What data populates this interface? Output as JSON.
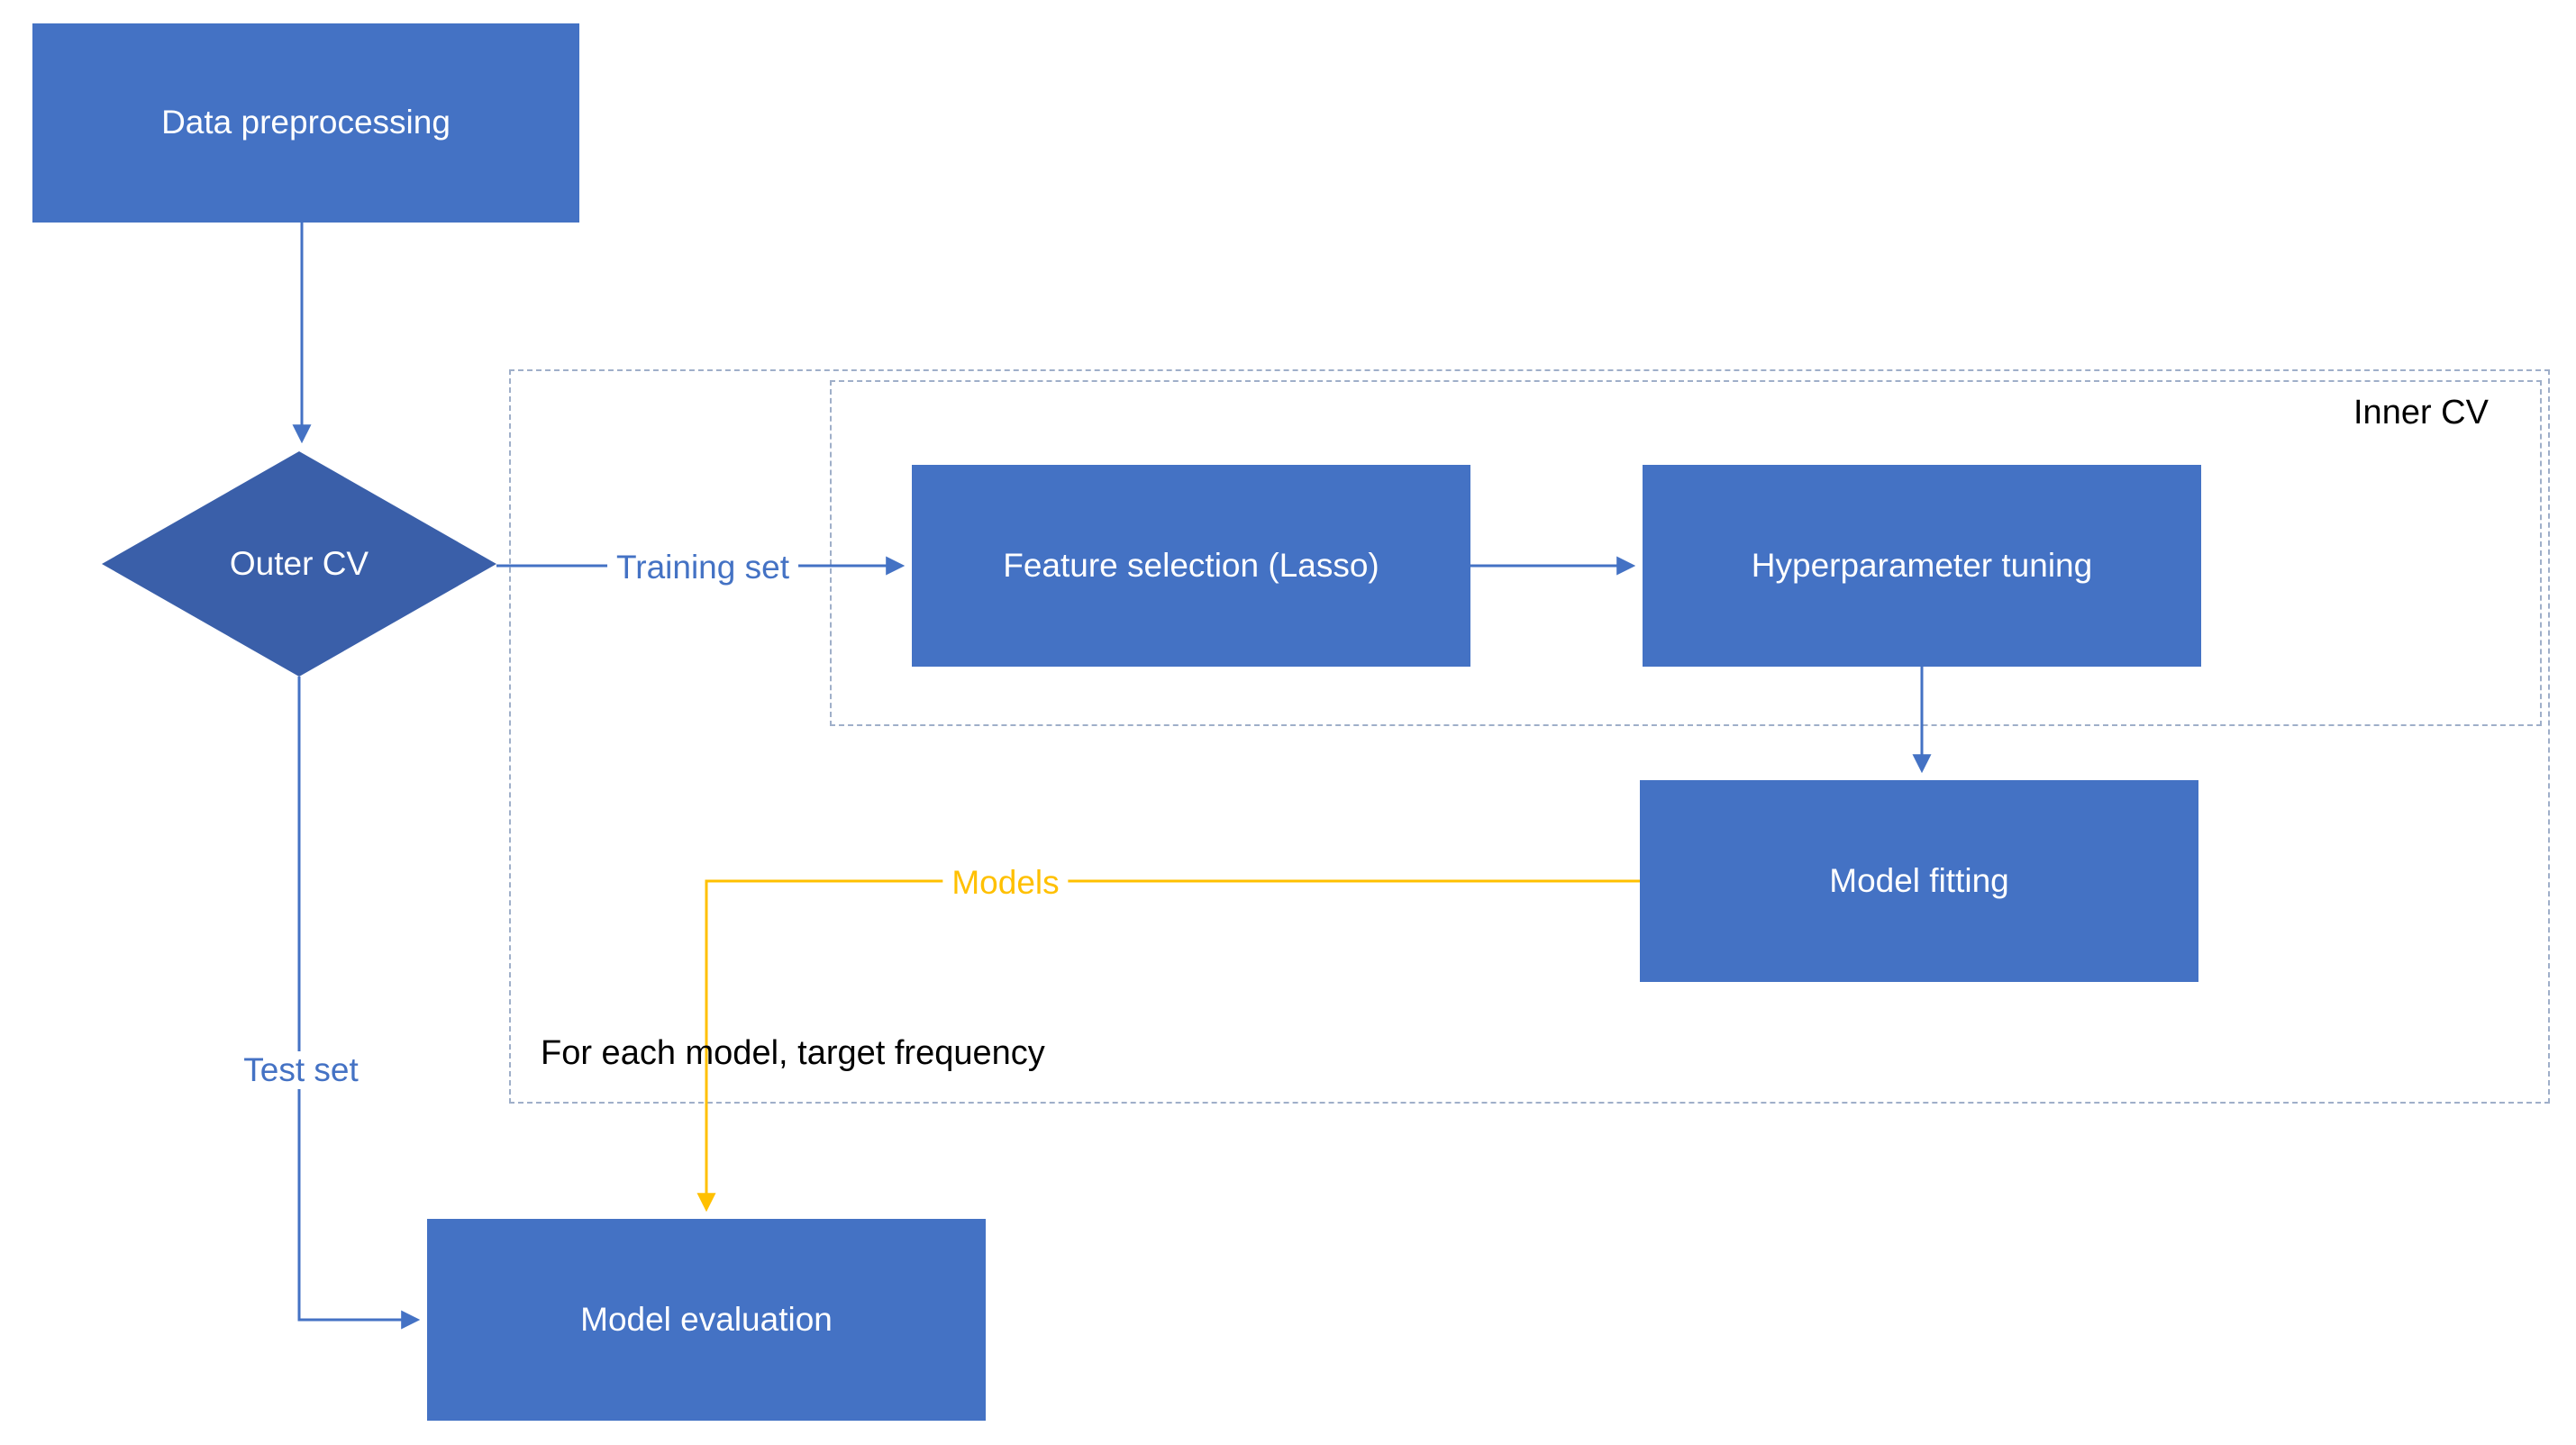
{
  "diagram": {
    "type": "flowchart",
    "nodes": {
      "data_preprocessing": {
        "label": "Data preprocessing",
        "shape": "rectangle"
      },
      "outer_cv": {
        "label": "Outer CV",
        "shape": "diamond"
      },
      "feature_selection": {
        "label": "Feature selection (Lasso)",
        "shape": "rectangle"
      },
      "hyperparameter_tuning": {
        "label": "Hyperparameter tuning",
        "shape": "rectangle"
      },
      "model_fitting": {
        "label": "Model fitting",
        "shape": "rectangle"
      },
      "model_evaluation": {
        "label": "Model evaluation",
        "shape": "rectangle"
      }
    },
    "edge_labels": {
      "training_set": "Training set",
      "test_set": "Test set",
      "models": "Models"
    },
    "regions": {
      "inner_cv_label": "Inner CV",
      "outer_loop_note": "For each model, target frequency"
    },
    "edges": [
      {
        "from": "data_preprocessing",
        "to": "outer_cv",
        "color": "blue"
      },
      {
        "from": "outer_cv",
        "to": "feature_selection",
        "label": "Training set",
        "color": "blue"
      },
      {
        "from": "feature_selection",
        "to": "hyperparameter_tuning",
        "color": "blue"
      },
      {
        "from": "hyperparameter_tuning",
        "to": "model_fitting",
        "color": "blue"
      },
      {
        "from": "model_fitting",
        "to": "model_evaluation",
        "label": "Models",
        "color": "orange"
      },
      {
        "from": "outer_cv",
        "to": "model_evaluation",
        "label": "Test set",
        "color": "blue"
      }
    ],
    "colors": {
      "node_fill": "#4472C4",
      "diamond_fill": "#3A5FA9",
      "blue_arrow": "#4472C4",
      "orange_arrow": "#FFC000",
      "dashed_border": "#9FAFC9",
      "node_text": "#FFFFFF",
      "annotation_text": "#000000"
    }
  }
}
